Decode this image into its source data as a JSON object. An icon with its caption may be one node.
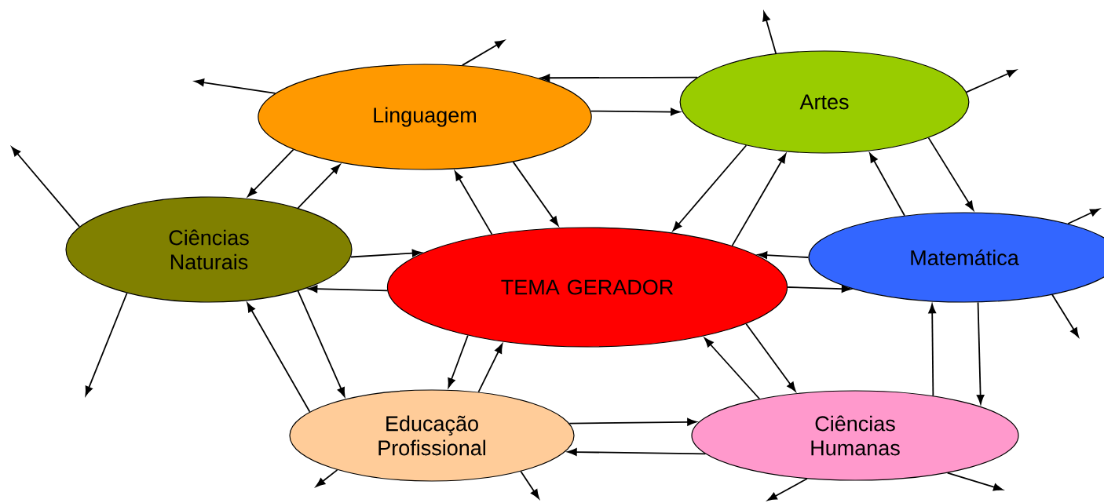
{
  "diagram": {
    "nodes": [
      {
        "text": [
          "Linguagem"
        ]
      },
      {
        "text": [
          "Artes"
        ]
      },
      {
        "text": [
          "Ciências Naturais"
        ]
      },
      {
        "text": [
          "TEMA GERADOR"
        ]
      },
      {
        "text": [
          "Matemática"
        ]
      },
      {
        "text": [
          "Educação Profissional"
        ]
      },
      {
        "text": [
          "Ciências Humanas"
        ]
      }
    ],
    "edges": [
      {
        "from": 1,
        "to": 0,
        "arrow": "to"
      },
      {
        "from": 0,
        "to": 1,
        "arrow": "to"
      },
      {
        "from": 0,
        "to": 2,
        "arrow": "to"
      },
      {
        "from": 2,
        "to": 0,
        "arrow": "to"
      },
      {
        "from": 0,
        "to": 3,
        "arrow": "to"
      },
      {
        "from": 3,
        "to": 0,
        "arrow": "to"
      },
      {
        "from": 1,
        "to": 3,
        "arrow": "to"
      },
      {
        "from": 3,
        "to": 1,
        "arrow": "to"
      },
      {
        "from": 1,
        "to": 4,
        "arrow": "to"
      },
      {
        "from": 4,
        "to": 1,
        "arrow": "to"
      },
      {
        "from": 2,
        "to": 3,
        "arrow": "to"
      },
      {
        "from": 3,
        "to": 2,
        "arrow": "to"
      },
      {
        "from": 4,
        "to": 3,
        "arrow": "to"
      },
      {
        "from": 3,
        "to": 4,
        "arrow": "to"
      },
      {
        "from": 2,
        "to": 5,
        "arrow": "to"
      },
      {
        "from": 5,
        "to": 2,
        "arrow": "to"
      },
      {
        "from": 3,
        "to": 5,
        "arrow": "to"
      },
      {
        "from": 5,
        "to": 3,
        "arrow": "to"
      },
      {
        "from": 3,
        "to": 6,
        "arrow": "to"
      },
      {
        "from": 6,
        "to": 3,
        "arrow": "to"
      },
      {
        "from": 5,
        "to": 6,
        "arrow": "to"
      },
      {
        "from": 6,
        "to": 5,
        "arrow": "to"
      },
      {
        "from": 6,
        "to": 4,
        "arrow": "to"
      },
      {
        "from": 4,
        "to": 6,
        "arrow": "to"
      },
      {
        "from": 0,
        "to": null,
        "arrow": "to"
      },
      {
        "from": 0,
        "to": null,
        "arrow": "to"
      },
      {
        "from": 1,
        "to": null,
        "arrow": "to"
      },
      {
        "from": 1,
        "to": null,
        "arrow": "to"
      },
      {
        "from": 2,
        "to": null,
        "arrow": "to"
      },
      {
        "from": 2,
        "to": null,
        "arrow": "to"
      },
      {
        "from": 4,
        "to": null,
        "arrow": "to"
      },
      {
        "from": 4,
        "to": null,
        "arrow": "to"
      },
      {
        "from": 5,
        "to": null,
        "arrow": "to"
      },
      {
        "from": 5,
        "to": null,
        "arrow": "to"
      },
      {
        "from": 6,
        "to": null,
        "arrow": "to"
      },
      {
        "from": 6,
        "to": null,
        "arrow": "to"
      }
    ]
  }
}
